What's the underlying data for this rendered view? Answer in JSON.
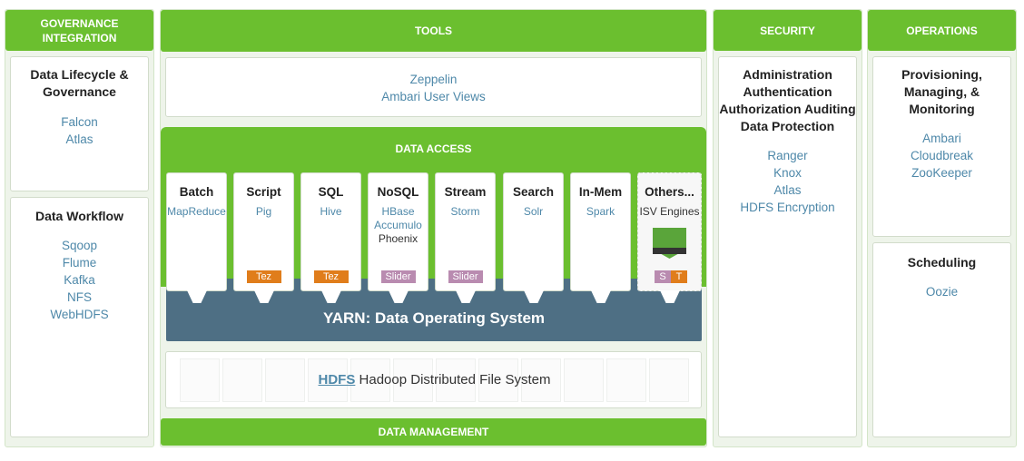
{
  "governance": {
    "header": "GOVERNANCE INTEGRATION",
    "lifecycle_title": "Data Lifecycle & Governance",
    "lifecycle_items": [
      "Falcon",
      "Atlas"
    ],
    "workflow_title": "Data Workflow",
    "workflow_items": [
      "Sqoop",
      "Flume",
      "Kafka",
      "NFS",
      "WebHDFS"
    ]
  },
  "tools": {
    "header": "TOOLS",
    "items": [
      "Zeppelin",
      "Ambari User Views"
    ]
  },
  "data_access": {
    "header": "DATA ACCESS",
    "engines": [
      {
        "title": "Batch",
        "sub": "MapReduce"
      },
      {
        "title": "Script",
        "sub": "Pig",
        "tag": "Tez"
      },
      {
        "title": "SQL",
        "sub": "Hive",
        "tag": "Tez"
      },
      {
        "title": "NoSQL",
        "sub": "HBase",
        "sub2": "Accumulo",
        "sub3": "Phoenix",
        "tag": "Slider"
      },
      {
        "title": "Stream",
        "sub": "Storm",
        "tag": "Slider"
      },
      {
        "title": "Search",
        "sub": "Solr"
      },
      {
        "title": "In-Mem",
        "sub": "Spark"
      },
      {
        "title": "Others...",
        "sub": "ISV Engines",
        "tag_s": "S",
        "tag_t": "T"
      }
    ]
  },
  "yarn": {
    "label": "YARN: Data Operating System"
  },
  "hdfs": {
    "abbr": "HDFS",
    "label": "Hadoop Distributed File System"
  },
  "data_management": {
    "header": "DATA MANAGEMENT"
  },
  "security": {
    "header": "SECURITY",
    "lines": [
      "Administration",
      "Authentication",
      "Authorization Auditing",
      "Data Protection"
    ],
    "items": [
      "Ranger",
      "Knox",
      "Atlas",
      "HDFS Encryption"
    ]
  },
  "operations": {
    "header": "OPERATIONS",
    "prov_lines": [
      "Provisioning,",
      "Managing, &",
      "Monitoring"
    ],
    "prov_items": [
      "Ambari",
      "Cloudbreak",
      "ZooKeeper"
    ],
    "sched_title": "Scheduling",
    "sched_items": [
      "Oozie"
    ]
  },
  "colors": {
    "green": "#6bbf2f",
    "yarn": "#4e6f84",
    "link": "#4e88a9",
    "tez": "#e07d1b",
    "slider": "#b98bb0"
  }
}
